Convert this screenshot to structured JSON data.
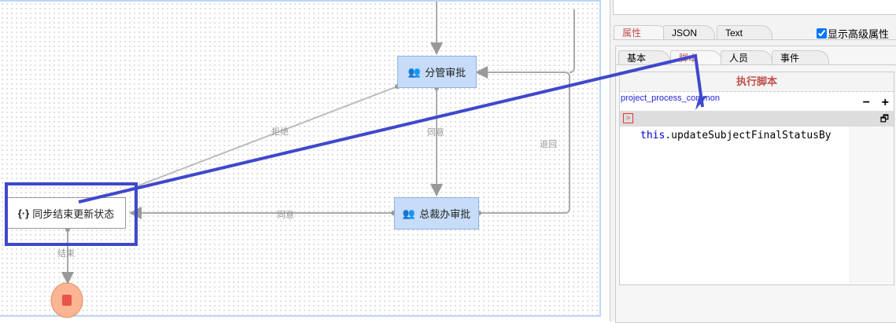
{
  "canvas": {
    "nodes": {
      "fenguan": "分管审批",
      "zongcai": "总裁办审批",
      "sync": "同步结束更新状态"
    },
    "edges": {
      "reject": "拒绝",
      "agree1": "同意",
      "agree2": "同意",
      "back": "退回",
      "end": "结束"
    }
  },
  "panel": {
    "tabs": [
      "属性",
      "JSON",
      "Text"
    ],
    "advanced_label": "显示高级属性",
    "advanced_checked": true,
    "subtabs": [
      "基本",
      "脚本",
      "人员",
      "事件"
    ],
    "script_title": "执行脚本",
    "script_name": "project_process_common",
    "minus": "−",
    "plus": "+",
    "code_keyword": "this",
    "code_rest": ".updateSubjectFinalStatusBy"
  },
  "colors": {
    "annotation": "#3f48cc",
    "node_fill": "#c6dcf8",
    "end": "#fbb592"
  }
}
